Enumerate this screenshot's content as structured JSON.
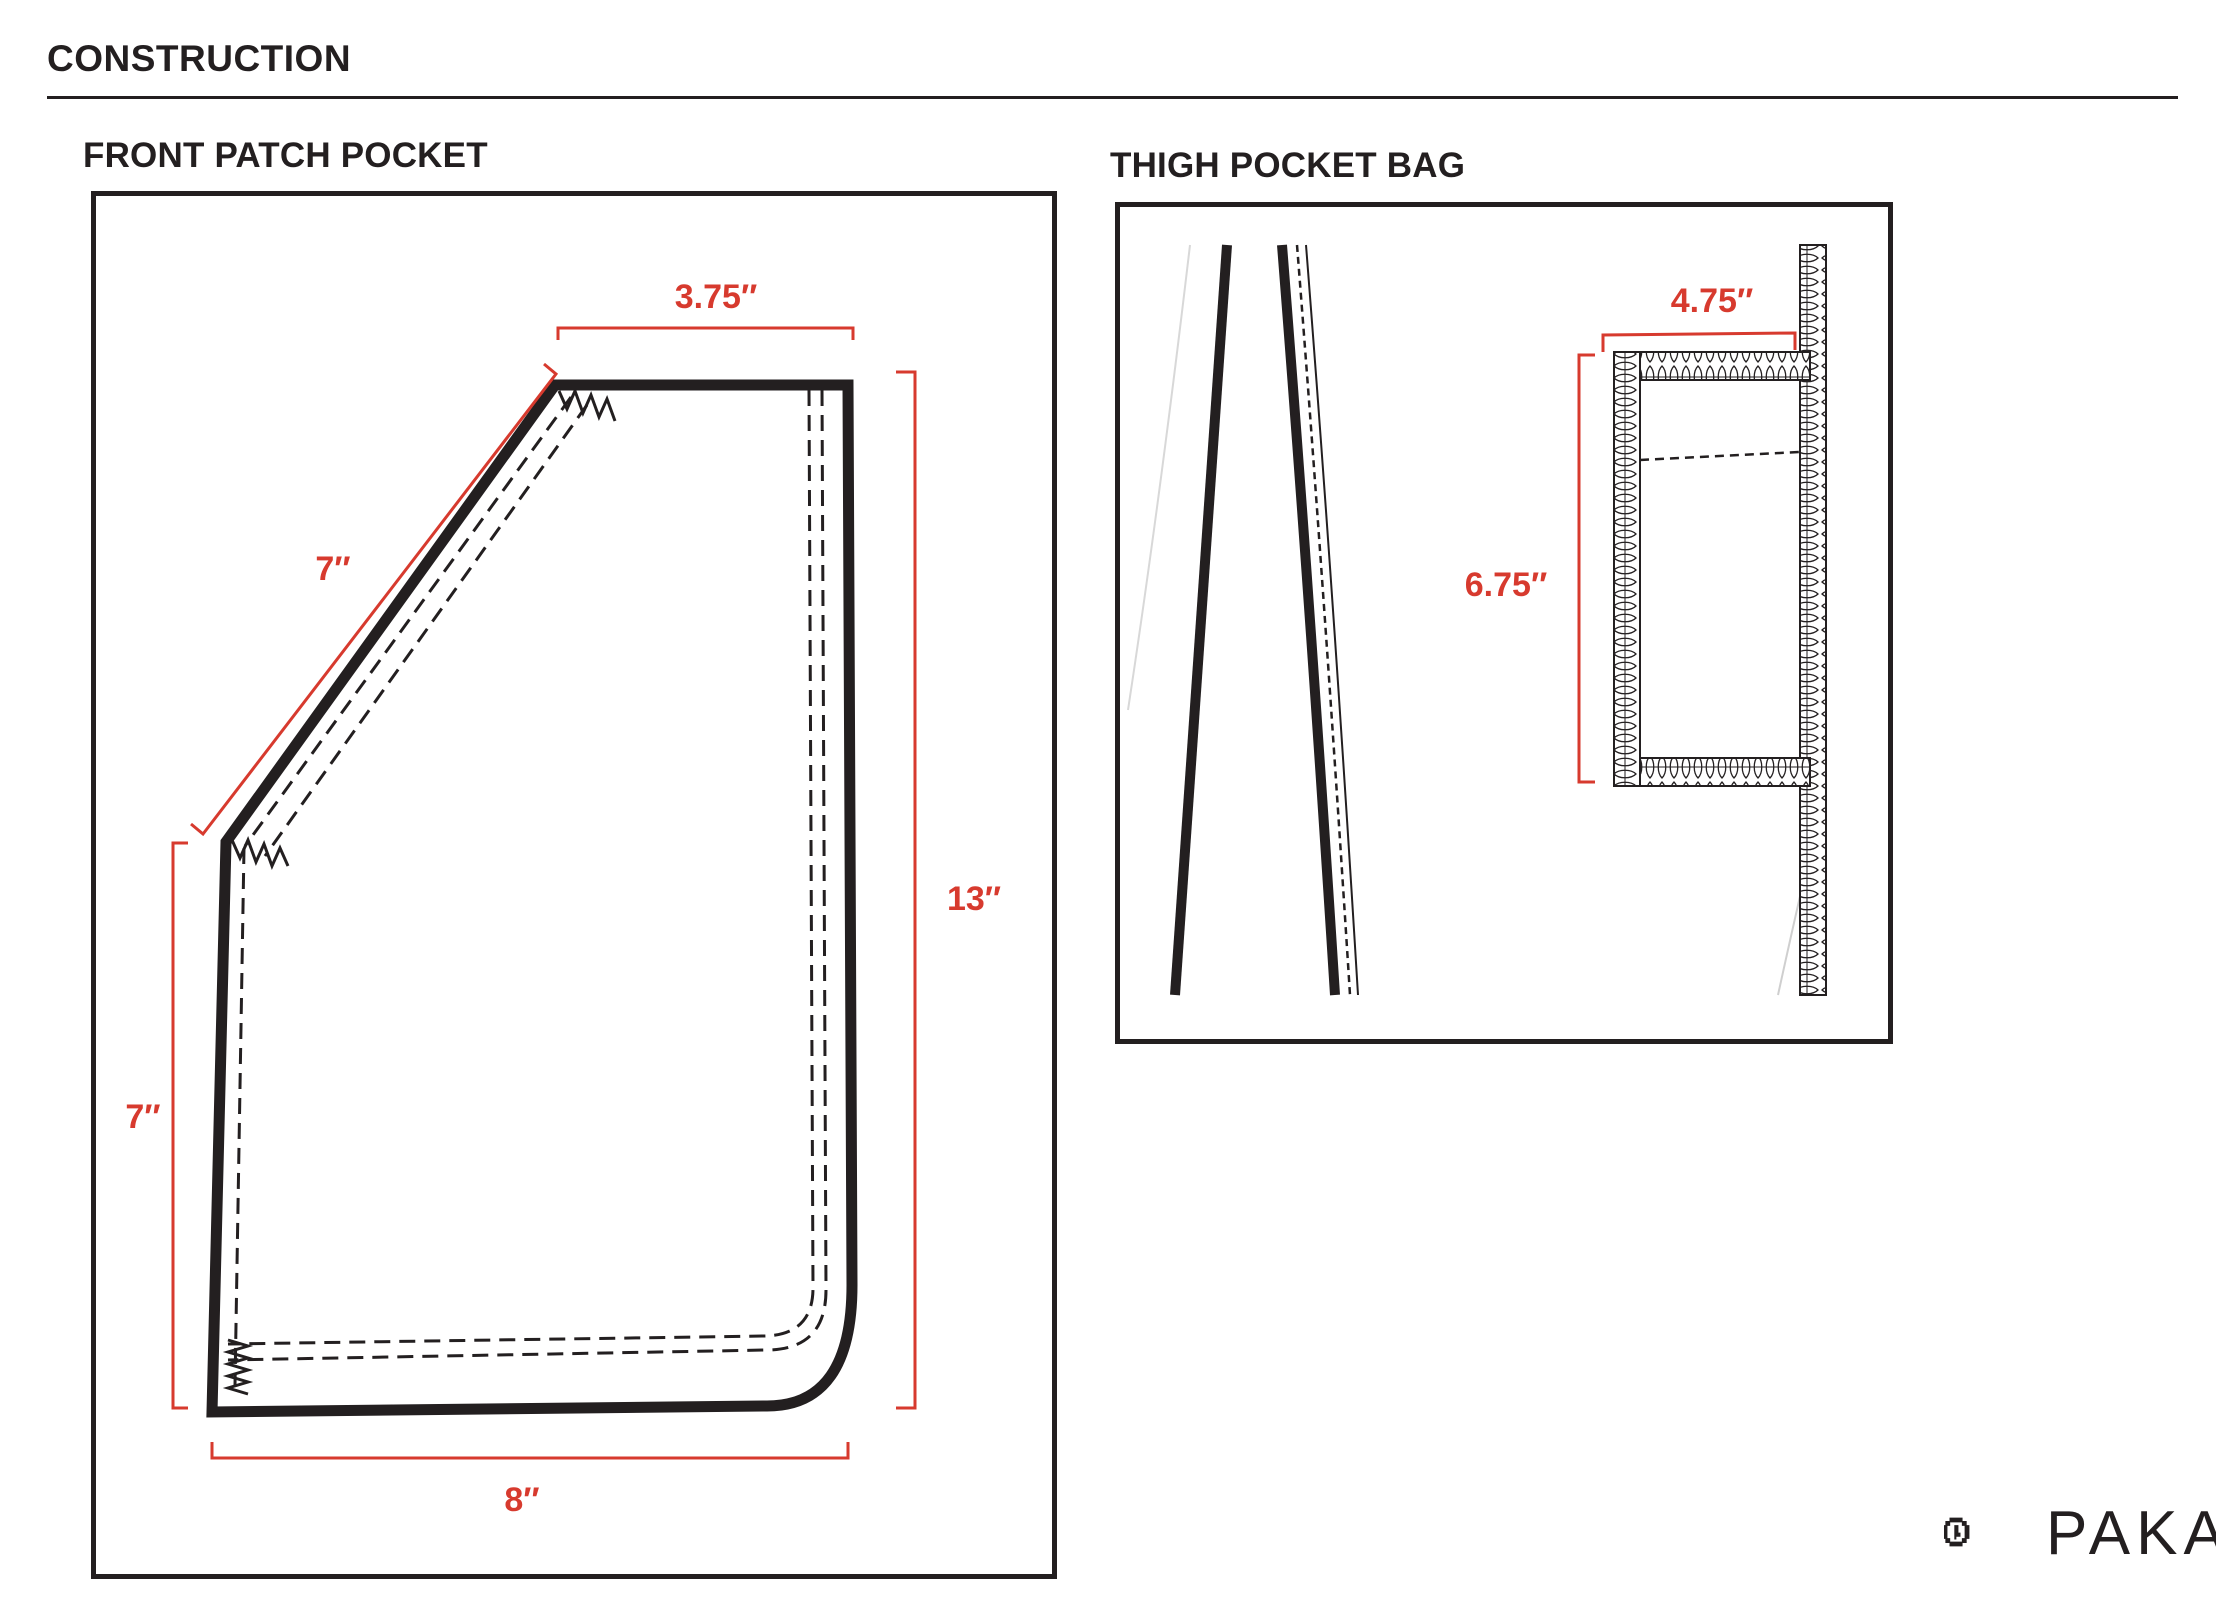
{
  "header": {
    "title": "CONSTRUCTION"
  },
  "front_patch_pocket": {
    "title": "FRONT PATCH POCKET",
    "dimensions": {
      "top": "3.75″",
      "slant": "7″",
      "left": "7″",
      "right": "13″",
      "bottom": "8″"
    }
  },
  "thigh_pocket_bag": {
    "title": "THIGH POCKET BAG",
    "dimensions": {
      "width": "4.75″",
      "height": "6.75″"
    }
  },
  "brand": {
    "name": "PAKA"
  },
  "colors": {
    "dimension": "#d73a2e",
    "ink": "#231f20"
  }
}
